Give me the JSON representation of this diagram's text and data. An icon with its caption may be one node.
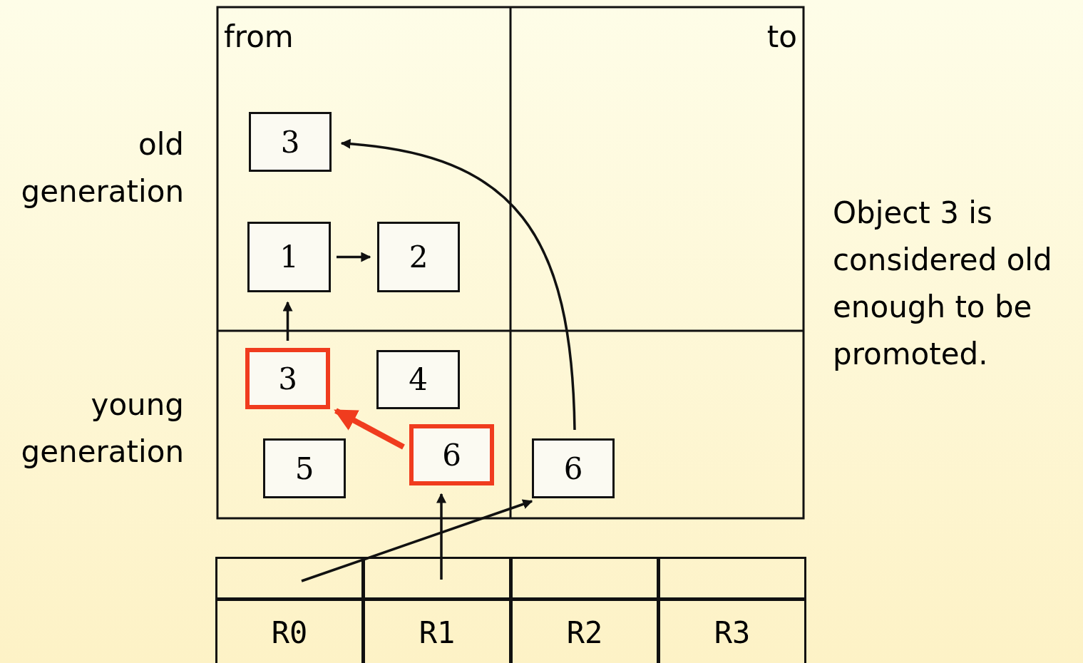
{
  "diagram": {
    "nodes": [
      {
        "text": [
          "3"
        ]
      },
      {
        "text": [
          "1"
        ]
      },
      {
        "text": [
          "2"
        ]
      },
      {
        "text": [
          "3"
        ]
      },
      {
        "text": [
          "4"
        ]
      },
      {
        "text": [
          "5"
        ]
      },
      {
        "text": [
          "6"
        ]
      },
      {
        "text": [
          "6"
        ]
      },
      {
        "text": [],
        "shape": "box"
      },
      {
        "text": [],
        "shape": "box"
      },
      {
        "text": [],
        "shape": "box"
      },
      {
        "text": [],
        "shape": "box"
      },
      {
        "text": [
          "R0"
        ]
      },
      {
        "text": [
          "R1"
        ]
      },
      {
        "text": [
          "R2"
        ]
      },
      {
        "text": [
          "R3"
        ]
      }
    ],
    "edges": [
      {
        "from": 1,
        "to": 2,
        "arrow": "to"
      },
      {
        "from": 3,
        "to": 1,
        "arrow": "to"
      },
      {
        "from": 6,
        "to": 3,
        "arrow": "to",
        "style": "thick",
        "color": "#f03c1e"
      },
      {
        "from": 7,
        "to": 0,
        "arrow": "to"
      },
      {
        "from": 8,
        "to": 7,
        "arrow": "to"
      },
      {
        "from": 9,
        "to": 6,
        "arrow": "to"
      }
    ],
    "labels": [
      "from",
      "to",
      "old generation",
      "young generation",
      "Object 3 is considered old enough to be promoted."
    ]
  }
}
